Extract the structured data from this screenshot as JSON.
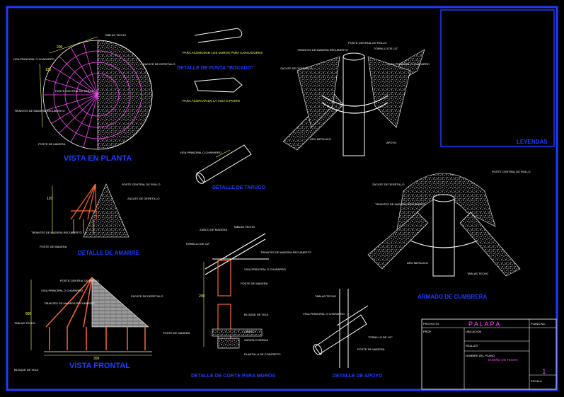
{
  "drawing": {
    "project_name": "P A L A P A",
    "sheet_number": "1",
    "revision_label": "LEYENDAS",
    "sheet_title": "DISEÑO DE TECHO"
  },
  "titleblock": {
    "proyecto": "PROYECTO",
    "propietario": "PROP.",
    "ubicacion": "UBICACION",
    "realizo": "REALIZÓ",
    "nombre_plano": "NOMBRE DEL PLANO",
    "plano_no": "PLANO No.",
    "escala": "ESCALA"
  },
  "views": {
    "plan": "VISTA EN PLANTA",
    "amarre": "DETALLE DE AMARRE",
    "front": "VISTA FRONTAL",
    "corte": "DETALLE DE CORTE PARA MUROS",
    "apoyo": "DETALLE DE APOYO",
    "punta": "DETALLE DE PUNTA \"BOCADO\"",
    "tarugo": "DETALLE DE TARUGO",
    "cumbrera": "ARMADO DE CUMBRERA"
  },
  "notes": {
    "punta_top": "PARA ACOMODAR LOS DUROS PARA CARGADORES",
    "punta_bottom": "PARA ACOPLAR EN LA VIGA O POSTE"
  },
  "labels": {
    "viga_principal": "VIGA PRINCIPAL O CHAPARRO",
    "tablas_techo": "TABLAS TECHO",
    "poste_central": "POSTE CENTRAL DE ROLLO",
    "zacate": "ZACATE DE DERETILLO",
    "tirantes": "TIRANTES DE MADERA RECUBIERTO",
    "poste_madera": "POSTE DE MADERA",
    "tornillo": "TORNILLO DE 1/2\"",
    "zanco": "ZANCO DE MADERA",
    "cerco": "CERCO",
    "bloque_viga": "BLOQUE DE VIGA",
    "zapata": "ZAPATA CORRIDA",
    "plantilla": "PLANTILLA DE CONCRETO",
    "apoyo": "APOYO",
    "anillo": "ARO METALICO",
    "dim_120": "120",
    "dim_200": "200",
    "dim_900": "900",
    "dim_300": "300"
  }
}
